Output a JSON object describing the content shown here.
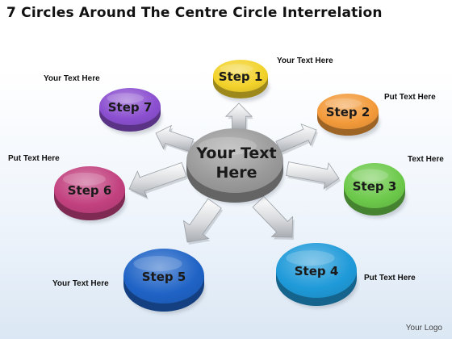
{
  "title": "7 Circles Around The Centre Circle Interrelation",
  "center_text": [
    "Your Text",
    "Here"
  ],
  "steps": [
    {
      "name": "Step 1",
      "side_label": "Your Text Here",
      "color": "#f2d22a"
    },
    {
      "name": "Step 2",
      "side_label": "Put Text Here",
      "color": "#f39a3a"
    },
    {
      "name": "Step 3",
      "side_label": "Text Here",
      "color": "#6cc94a"
    },
    {
      "name": "Step 4",
      "side_label": "Put Text Here",
      "color": "#1f9ad9"
    },
    {
      "name": "Step 5",
      "side_label": "Your Text Here",
      "color": "#1f63c6"
    },
    {
      "name": "Step 6",
      "side_label": "Put Text Here",
      "color": "#c2417f"
    },
    {
      "name": "Step 7",
      "side_label": "Your Text Here",
      "color": "#8b4fd0"
    }
  ],
  "logo": "Your Logo"
}
